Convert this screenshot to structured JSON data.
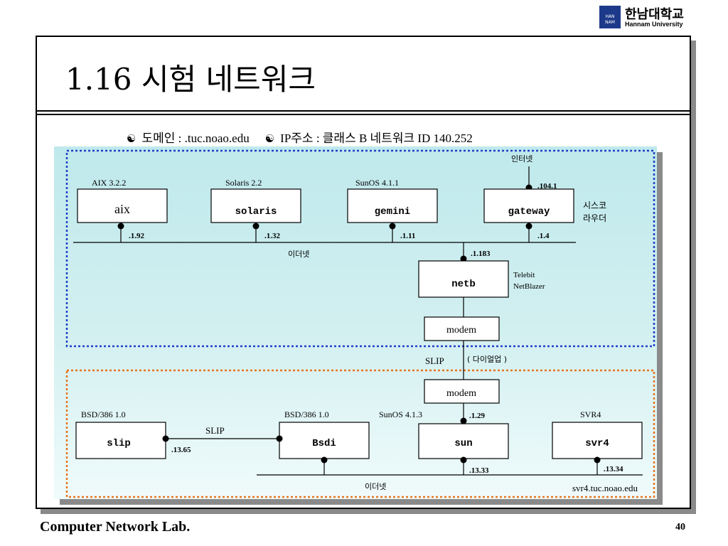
{
  "header": {
    "logo": {
      "korean": "한남대학교",
      "english": "Hannam University",
      "mark_text": [
        "HAN",
        "NAM"
      ]
    }
  },
  "slide": {
    "title": "1.16 시험 네트워크",
    "subline": {
      "domain": "도메인  : .tuc.noao.edu",
      "ip": "IP주소 : 클래스 B 네트워크 ID 140.252",
      "bullet_icon": "yin-yang-icon"
    }
  },
  "diagram": {
    "colors": {
      "top_border": "#1f3fc8",
      "bottom_border": "#e8741c",
      "background_top": "#bfe9ec",
      "background_bottom": "#f0fbfb"
    },
    "top_hosts": [
      {
        "name": "aix",
        "os": "AIX 3.2.2",
        "ip": ".1.92"
      },
      {
        "name": "solaris",
        "os": "Solaris 2.2",
        "ip": ".1.32"
      },
      {
        "name": "gemini",
        "os": "SunOS 4.1.1",
        "ip": ".1.11"
      },
      {
        "name": "gateway",
        "os": "",
        "ip": ".1.4"
      }
    ],
    "gateway_uplink_ip": ".104.1",
    "internet_label": "인터넷",
    "cisco_label": "시스코\n라우더",
    "top_ethernet_label": "이더넷",
    "netb": {
      "name": "netb",
      "ip": ".1.183",
      "desc": "Telebit\nNetBlazer"
    },
    "modem_label": "modem",
    "slip_link_label": "SLIP",
    "dialup_label": "( 다이얼업 )",
    "bottom_hosts": [
      {
        "name": "slip",
        "os": "BSD/386 1.0",
        "ip": ".13.65"
      },
      {
        "name": "Bsdi",
        "os": "BSD/386 1.0",
        "ip": ""
      },
      {
        "name": "sun",
        "os": "SunOS 4.1.3",
        "ip": ".1.29",
        "ip2": ".13.33"
      },
      {
        "name": "svr4",
        "os": "SVR4",
        "ip": ".13.34"
      }
    ],
    "bottom_slip_label": "SLIP",
    "bottom_ethernet_label": "이더넷",
    "svr4_fqdn": "svr4.tuc.noao.edu"
  },
  "footer": {
    "lab": "Computer Network Lab.",
    "page": "40"
  }
}
